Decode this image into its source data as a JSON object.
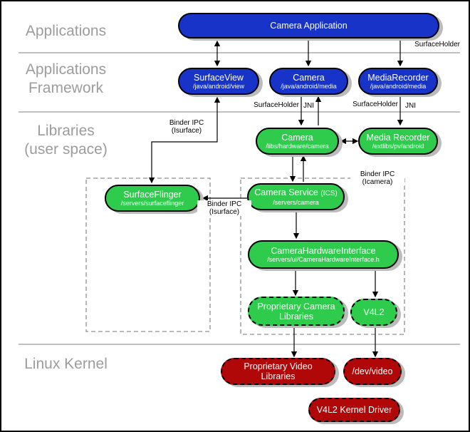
{
  "colors": {
    "blue": "#1733c8",
    "green": "#2ecb4c",
    "red": "#b00808",
    "shadow": "#bbbbbb",
    "layer-label": "#9c9c9c"
  },
  "layers": {
    "applications": "Applications",
    "framework": [
      "Applications",
      "Framework"
    ],
    "libraries": [
      "Libraries",
      "(user space)"
    ],
    "kernel": "Linux Kernel"
  },
  "nodes": {
    "camera_app": {
      "title": "Camera Application"
    },
    "surface_view": {
      "title": "SurfaceView",
      "subtitle": "/java/android/view"
    },
    "camera_fw": {
      "title": "Camera",
      "subtitle": "/java/android/media"
    },
    "media_recorder_fw": {
      "title": "MediaRecorder",
      "subtitle": "/java/android/media"
    },
    "camera_lib": {
      "title": "Camera",
      "subtitle": "/libs/hardware/camera"
    },
    "media_recorder_lib": {
      "title": "Media Recorder",
      "subtitle": "/extlibs/pv/android"
    },
    "surface_flinger": {
      "title": "SurfaceFlinger",
      "subtitle": "/servers/surfaceflinger"
    },
    "camera_service": {
      "title": "Camera Service",
      "title_suffix": "(ICS)",
      "subtitle": "/servers/camera"
    },
    "camera_hardware_interface": {
      "title": "CameraHardwareInterface",
      "subtitle": "/servers/ui/CameraHardwareInterface.h"
    },
    "proprietary_camera_libraries": {
      "title": "Proprietary Camera\nLibraries"
    },
    "v4l2": {
      "title": "V4L2"
    },
    "proprietary_video_libraries": {
      "title": "Proprietary Video\nLibraries"
    },
    "dev_video": {
      "title": "/dev/video"
    },
    "v4l2_kernel_driver": {
      "title": "V4L2 Kernel Driver"
    }
  },
  "edge_labels": {
    "surfaceholder_app": "SurfaceHolder",
    "surfaceholder_camera": "SurfaceHolder",
    "jni_camera": "JNI",
    "surfaceholder_media": "SurfaceHolder",
    "jni_media": "JNI",
    "binder_ipc_surfaceview": [
      "Binder IPC",
      "(Isurface)"
    ],
    "binder_ipc_icamera": [
      "Binder IPC",
      "(Icamera)"
    ],
    "binder_ipc_surfaceflinger": [
      "Binder IPC",
      "(Isurface)"
    ]
  }
}
